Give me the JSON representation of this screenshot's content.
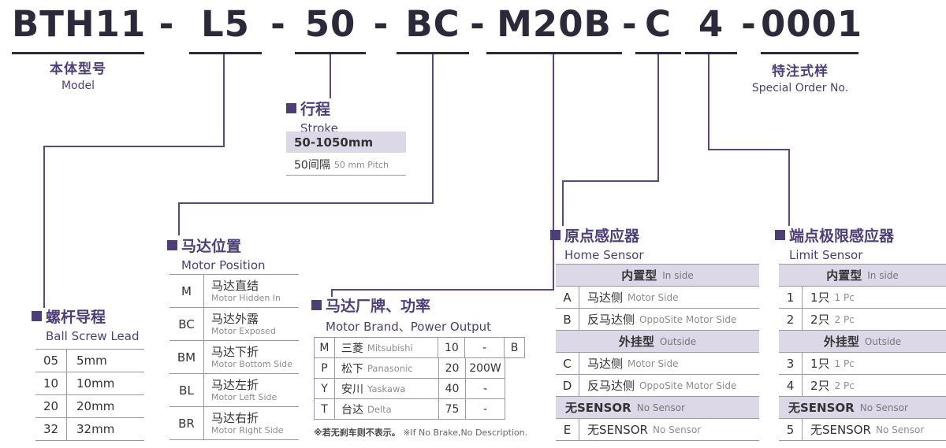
{
  "colors": {
    "title_text": "#2c2a3a",
    "accent_purple": "#4e3e78",
    "connector_line": "#5b4883",
    "lavender_band": "#ddd8e8",
    "table_border": "#9b95a5",
    "body_text": "#333333",
    "muted_text": "#8d8d8d"
  },
  "model_code": {
    "full": "BTH11-L5-50-BC-M20B-C4-0001",
    "separator": "-",
    "segments": [
      "BTH11",
      "L5",
      "50",
      "BC",
      "M20B",
      "C",
      "4",
      "0001"
    ]
  },
  "model_label": {
    "zh": "本体型号",
    "en": "Model"
  },
  "special_order": {
    "zh": "特注式样",
    "en": "Special Order No."
  },
  "stroke": {
    "title_zh": "行程",
    "title_en": "Stroke",
    "range": "50-1050mm",
    "pitch_zh": "50间隔",
    "pitch_en": "50 mm Pitch"
  },
  "ball_screw": {
    "title_zh": "螺杆导程",
    "title_en": "Ball Screw Lead",
    "rows": [
      {
        "code": "05",
        "value": "5mm"
      },
      {
        "code": "10",
        "value": "10mm"
      },
      {
        "code": "20",
        "value": "20mm"
      },
      {
        "code": "32",
        "value": "32mm"
      }
    ]
  },
  "motor_position": {
    "title_zh": "马达位置",
    "title_en": "Motor Position",
    "rows": [
      {
        "code": "M",
        "zh": "马达直结",
        "en": "Motor Hidden In"
      },
      {
        "code": "BC",
        "zh": "马达外露",
        "en": "Motor Exposed"
      },
      {
        "code": "BM",
        "zh": "马达下折",
        "en": "Motor Bottom Side"
      },
      {
        "code": "BL",
        "zh": "马达左折",
        "en": "Motor Left Side"
      },
      {
        "code": "BR",
        "zh": "马达右折",
        "en": "Motor Right Side"
      }
    ]
  },
  "motor_brand": {
    "title_zh": "马达厂牌、功率",
    "title_en": "Motor Brand、Power Output",
    "rows": [
      {
        "code": "M",
        "brand_zh": "三菱",
        "brand_en": "Mitsubishi",
        "num": "10",
        "power": "-",
        "extra": "B"
      },
      {
        "code": "P",
        "brand_zh": "松下",
        "brand_en": "Panasonic",
        "num": "20",
        "power": "200W",
        "extra": ""
      },
      {
        "code": "Y",
        "brand_zh": "安川",
        "brand_en": "Yaskawa",
        "num": "40",
        "power": "-",
        "extra": ""
      },
      {
        "code": "T",
        "brand_zh": "台达",
        "brand_en": "Delta",
        "num": "75",
        "power": "-",
        "extra": ""
      }
    ],
    "note_zh": "※若无刹车则不表示。",
    "note_en": "※If No Brake,No Description."
  },
  "home_sensor": {
    "title_zh": "原点感应器",
    "title_en": "Home Sensor",
    "rows": [
      {
        "type": "header",
        "zh": "内置型",
        "en": "In side"
      },
      {
        "type": "data",
        "code": "A",
        "zh": "马达侧",
        "en": "Motor Side"
      },
      {
        "type": "data",
        "code": "B",
        "zh": "反马达侧",
        "en": "OppoSite Motor Side"
      },
      {
        "type": "header",
        "zh": "外挂型",
        "en": "Outside"
      },
      {
        "type": "data",
        "code": "C",
        "zh": "马达侧",
        "en": "Motor Side"
      },
      {
        "type": "data",
        "code": "D",
        "zh": "反马达侧",
        "en": "OppoSite Motor Side"
      },
      {
        "type": "header",
        "zh": "无SENSOR",
        "en": "No Sensor"
      },
      {
        "type": "data",
        "code": "E",
        "zh": "无SENSOR",
        "en": "No Sensor"
      }
    ]
  },
  "limit_sensor": {
    "title_zh": "端点极限感应器",
    "title_en": "Limit Sensor",
    "rows": [
      {
        "type": "header",
        "zh": "内置型",
        "en": "In side"
      },
      {
        "type": "data",
        "code": "1",
        "zh": "1只",
        "en": "1 Pc"
      },
      {
        "type": "data",
        "code": "2",
        "zh": "2只",
        "en": "2 Pc"
      },
      {
        "type": "header",
        "zh": "外挂型",
        "en": "Outside"
      },
      {
        "type": "data",
        "code": "3",
        "zh": "1只",
        "en": "1 Pc"
      },
      {
        "type": "data",
        "code": "4",
        "zh": "2只",
        "en": "2 Pc"
      },
      {
        "type": "header",
        "zh": "无SENSOR",
        "en": "No Sensor"
      },
      {
        "type": "data",
        "code": "5",
        "zh": "无SENSOR",
        "en": "No Sensor"
      }
    ]
  }
}
